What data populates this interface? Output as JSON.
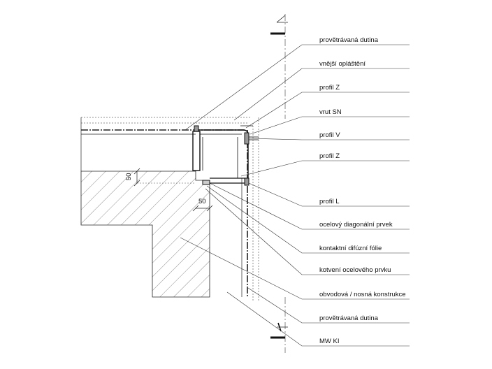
{
  "labels": [
    "provětrávaná dutina",
    "vnější opláštění",
    "profil Z",
    "vrut SN",
    "profil V",
    "profil Z",
    "profil L",
    "ocelový diagonální prvek",
    "kontaktní difúzní fólie",
    "kotvení ocelového prvku",
    "obvodová / nosná konstrukce",
    "provětrávaná dutina",
    "MW KI"
  ],
  "dimensions": {
    "vertical": "50",
    "horizontal": "50"
  }
}
